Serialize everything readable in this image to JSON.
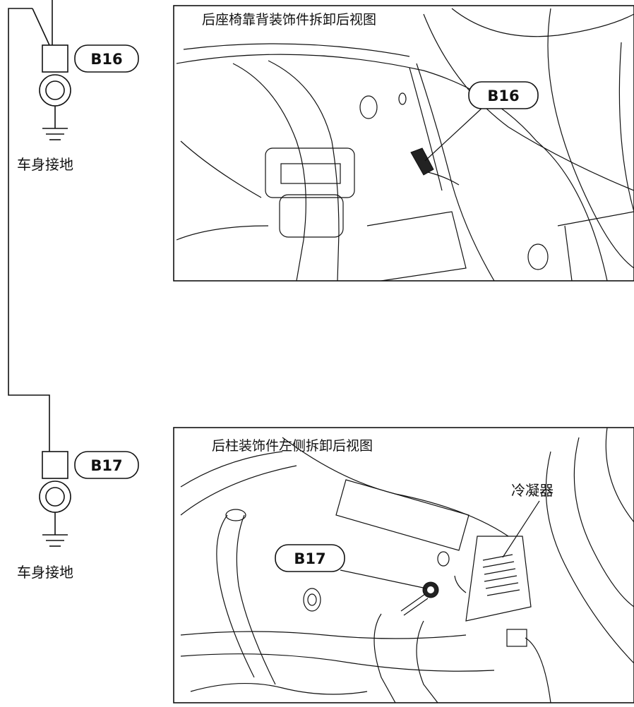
{
  "connectors": {
    "b16": {
      "badge": "B16",
      "ground_label": "车身接地"
    },
    "b17": {
      "badge": "B17",
      "ground_label": "车身接地"
    }
  },
  "panels": {
    "top": {
      "title": "后座椅靠背装饰件拆卸后视图",
      "callout": "B16"
    },
    "bottom": {
      "title": "后柱装饰件左侧拆卸后视图",
      "callout": "B17",
      "condenser_label": "冷凝器"
    }
  }
}
